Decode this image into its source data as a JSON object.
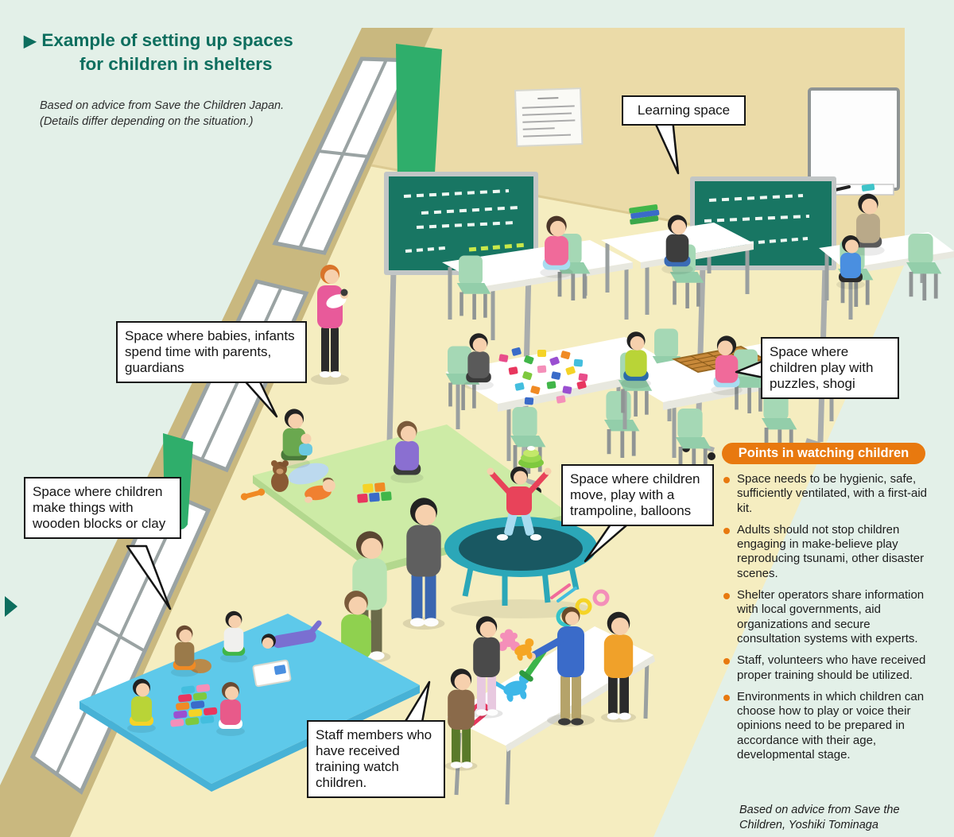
{
  "title": {
    "arrow": "▶",
    "line1": "Example of setting up spaces",
    "line2": "for children in shelters"
  },
  "note": {
    "line1": "Based on advice from Save the Children Japan.",
    "line2": "(Details differ depending on the situation.)"
  },
  "callouts": {
    "learning": "Learning space",
    "babies": "Space where babies, infants spend time with parents, guardians",
    "puzzles": "Space where children play with puzzles, shogi",
    "blocks": "Space where children make things with wooden blocks or clay",
    "trampoline": "Space where children move, play with a trampoline, balloons",
    "staff": "Staff members who have received training watch children."
  },
  "points": {
    "header": "Points in watching children",
    "bullets": [
      "Space needs to be hygienic, safe, sufficiently ventilated, with a first-aid kit.",
      "Adults should not stop children engaging in make-believe play reproducing tsunami, other disaster scenes.",
      "Shelter operators share information with local governments, aid organizations and secure consultation systems with experts.",
      "Staff, volunteers who have received proper training should be utilized.",
      "Environments in which children can choose how to play or voice their opinions need to be prepared in accordance with their age, developmental stage."
    ],
    "credit": "Based on advice from Save the Children, Yoshiki Tominaga"
  },
  "colors": {
    "background_mint": "#e3f0e8",
    "title_teal": "#0d6e5e",
    "panel_orange": "#e8790f",
    "floor_beige": "#f5edc0",
    "back_wall_tan": "#ebdba8",
    "side_wall_khaki": "#c9b87f",
    "curtain_green": "#2fae6b",
    "chalkboard_green": "#187663",
    "chair_mint": "#a5d8b5",
    "baby_mat_green": "#cdeba6",
    "play_mat_blue": "#5ec9ea",
    "trampoline_teal": "#2ba7b8",
    "callout_border": "#151515"
  }
}
